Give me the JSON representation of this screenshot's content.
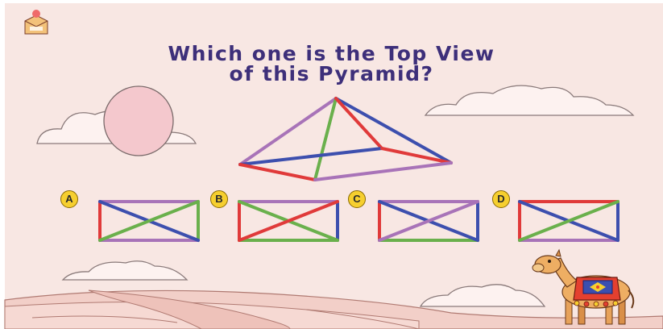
{
  "question": {
    "line1": "Which one is the Top View",
    "line2": "of this Pyramid?"
  },
  "options": [
    {
      "label": "A"
    },
    {
      "label": "B"
    },
    {
      "label": "C"
    },
    {
      "label": "D"
    }
  ],
  "icons": {
    "logo": "box-logo-icon",
    "mascot": "camel-icon"
  },
  "colors": {
    "background": "#f8e7e3",
    "question_text": "#3d2f7a",
    "edge_red": "#e03a3a",
    "edge_blue": "#3d4fae",
    "edge_green": "#6ab04c",
    "edge_purple": "#a873b8",
    "badge": "#f6cf2f"
  }
}
